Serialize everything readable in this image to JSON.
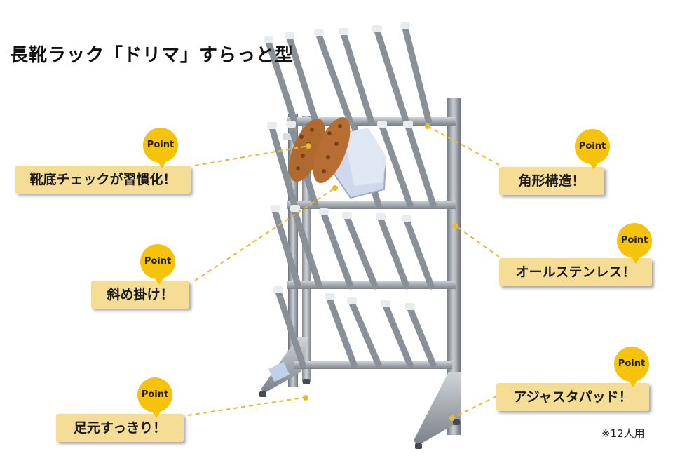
{
  "title": "長靴ラック「ドリマ」すらっと型",
  "badge_text": "Point",
  "callouts": {
    "sole_check": "靴底チェックが習慣化！",
    "diagonal": "斜め掛け！",
    "footing": "足元すっきり！",
    "square": "角形構造！",
    "stainless": "オールステンレス！",
    "adjuster": "アジャスタパッド！"
  },
  "note": "※12人用",
  "colors": {
    "callout_bg": "#f6dd96",
    "badge_bg": "#f5c20c",
    "leader_line": "#e8b830",
    "steel": "#9aa0a8",
    "steel_dark": "#5f656d",
    "boot_body": "#cfd8ec",
    "boot_sole": "#b06a30"
  }
}
